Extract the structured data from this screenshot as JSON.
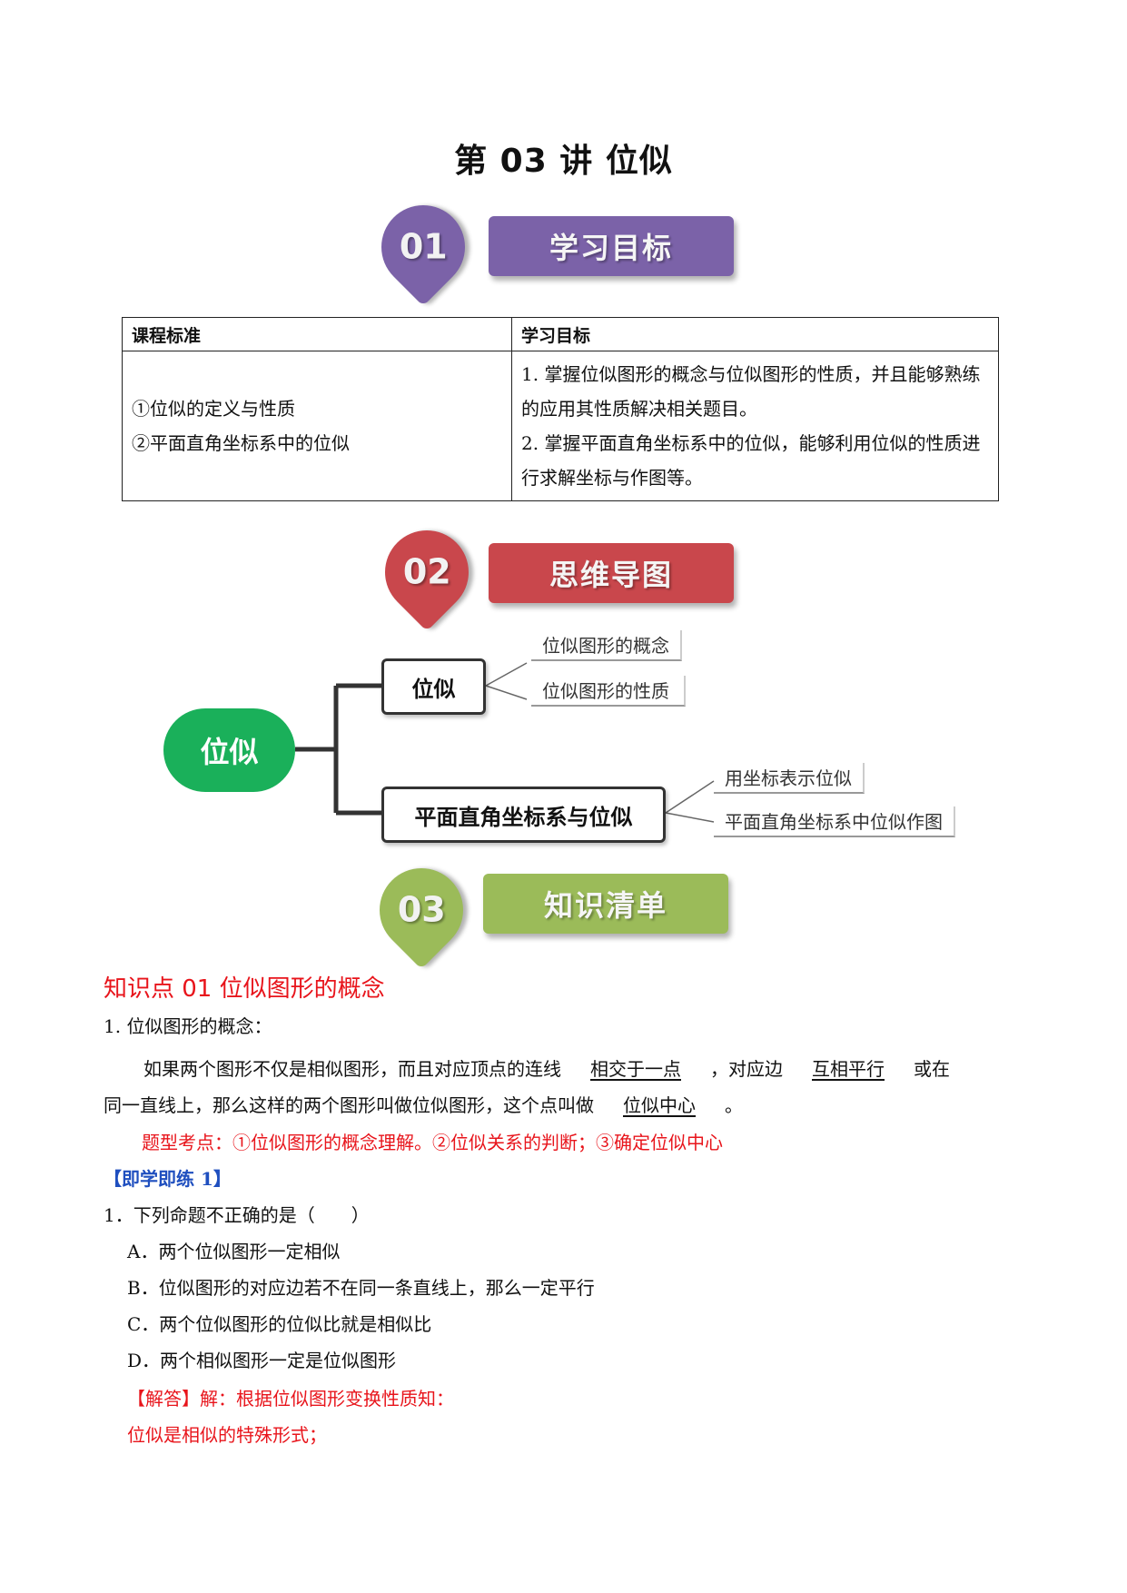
{
  "title": "第 03 讲  位似",
  "sections": [
    {
      "num": "01",
      "label": "学习目标",
      "color": "#7b62a8"
    },
    {
      "num": "02",
      "label": "思维导图",
      "color": "#c9474c"
    },
    {
      "num": "03",
      "label": "知识清单",
      "color": "#9bbb59"
    }
  ],
  "table": {
    "headers": [
      "课程标准",
      "学习目标"
    ],
    "left": [
      "①位似的定义与性质",
      "②平面直角坐标系中的位似"
    ],
    "right": [
      "1. 掌握位似图形的概念与位似图形的性质，并且能够熟练的应用其性质解决相关题目。",
      "2. 掌握平面直角坐标系中的位似，能够利用位似的性质进行求解坐标与作图等。"
    ]
  },
  "mindmap": {
    "root": "位似",
    "branch1": "位似",
    "branch1_leaves": [
      "位似图形的概念",
      "位似图形的性质"
    ],
    "branch2": "平面直角坐标系与位似",
    "branch2_leaves": [
      "用坐标表示位似",
      "平面直角坐标系中位似作图"
    ],
    "root_color": "#1ab05a"
  },
  "knowledge": {
    "heading": "知识点 01  位似图形的概念",
    "sub": "1. 位似图形的概念：",
    "para_a": "如果两个图形不仅是相似图形，而且对应顶点的连线",
    "blank1": "相交于一点",
    "para_b": "，对应边",
    "blank2": "互相平行",
    "para_c": "或在",
    "para_d": "同一直线上，那么这样的两个图形叫做位似图形，这个点叫做",
    "blank3": "位似中心",
    "para_e": "。",
    "kaodian": "题型考点：①位似图形的概念理解。②位似关系的判断；③确定位似中心",
    "practice": "【即学即练 1】",
    "question": "1．下列命题不正确的是（　　）",
    "options": [
      "A．两个位似图形一定相似",
      "B．位似图形的对应边若不在同一条直线上，那么一定平行",
      "C．两个位似图形的位似比就是相似比",
      "D．两个相似图形一定是位似图形"
    ],
    "answer_tag": "【解答】",
    "answer_1": "解：根据位似图形变换性质知：",
    "answer_2": "位似是相似的特殊形式；"
  }
}
